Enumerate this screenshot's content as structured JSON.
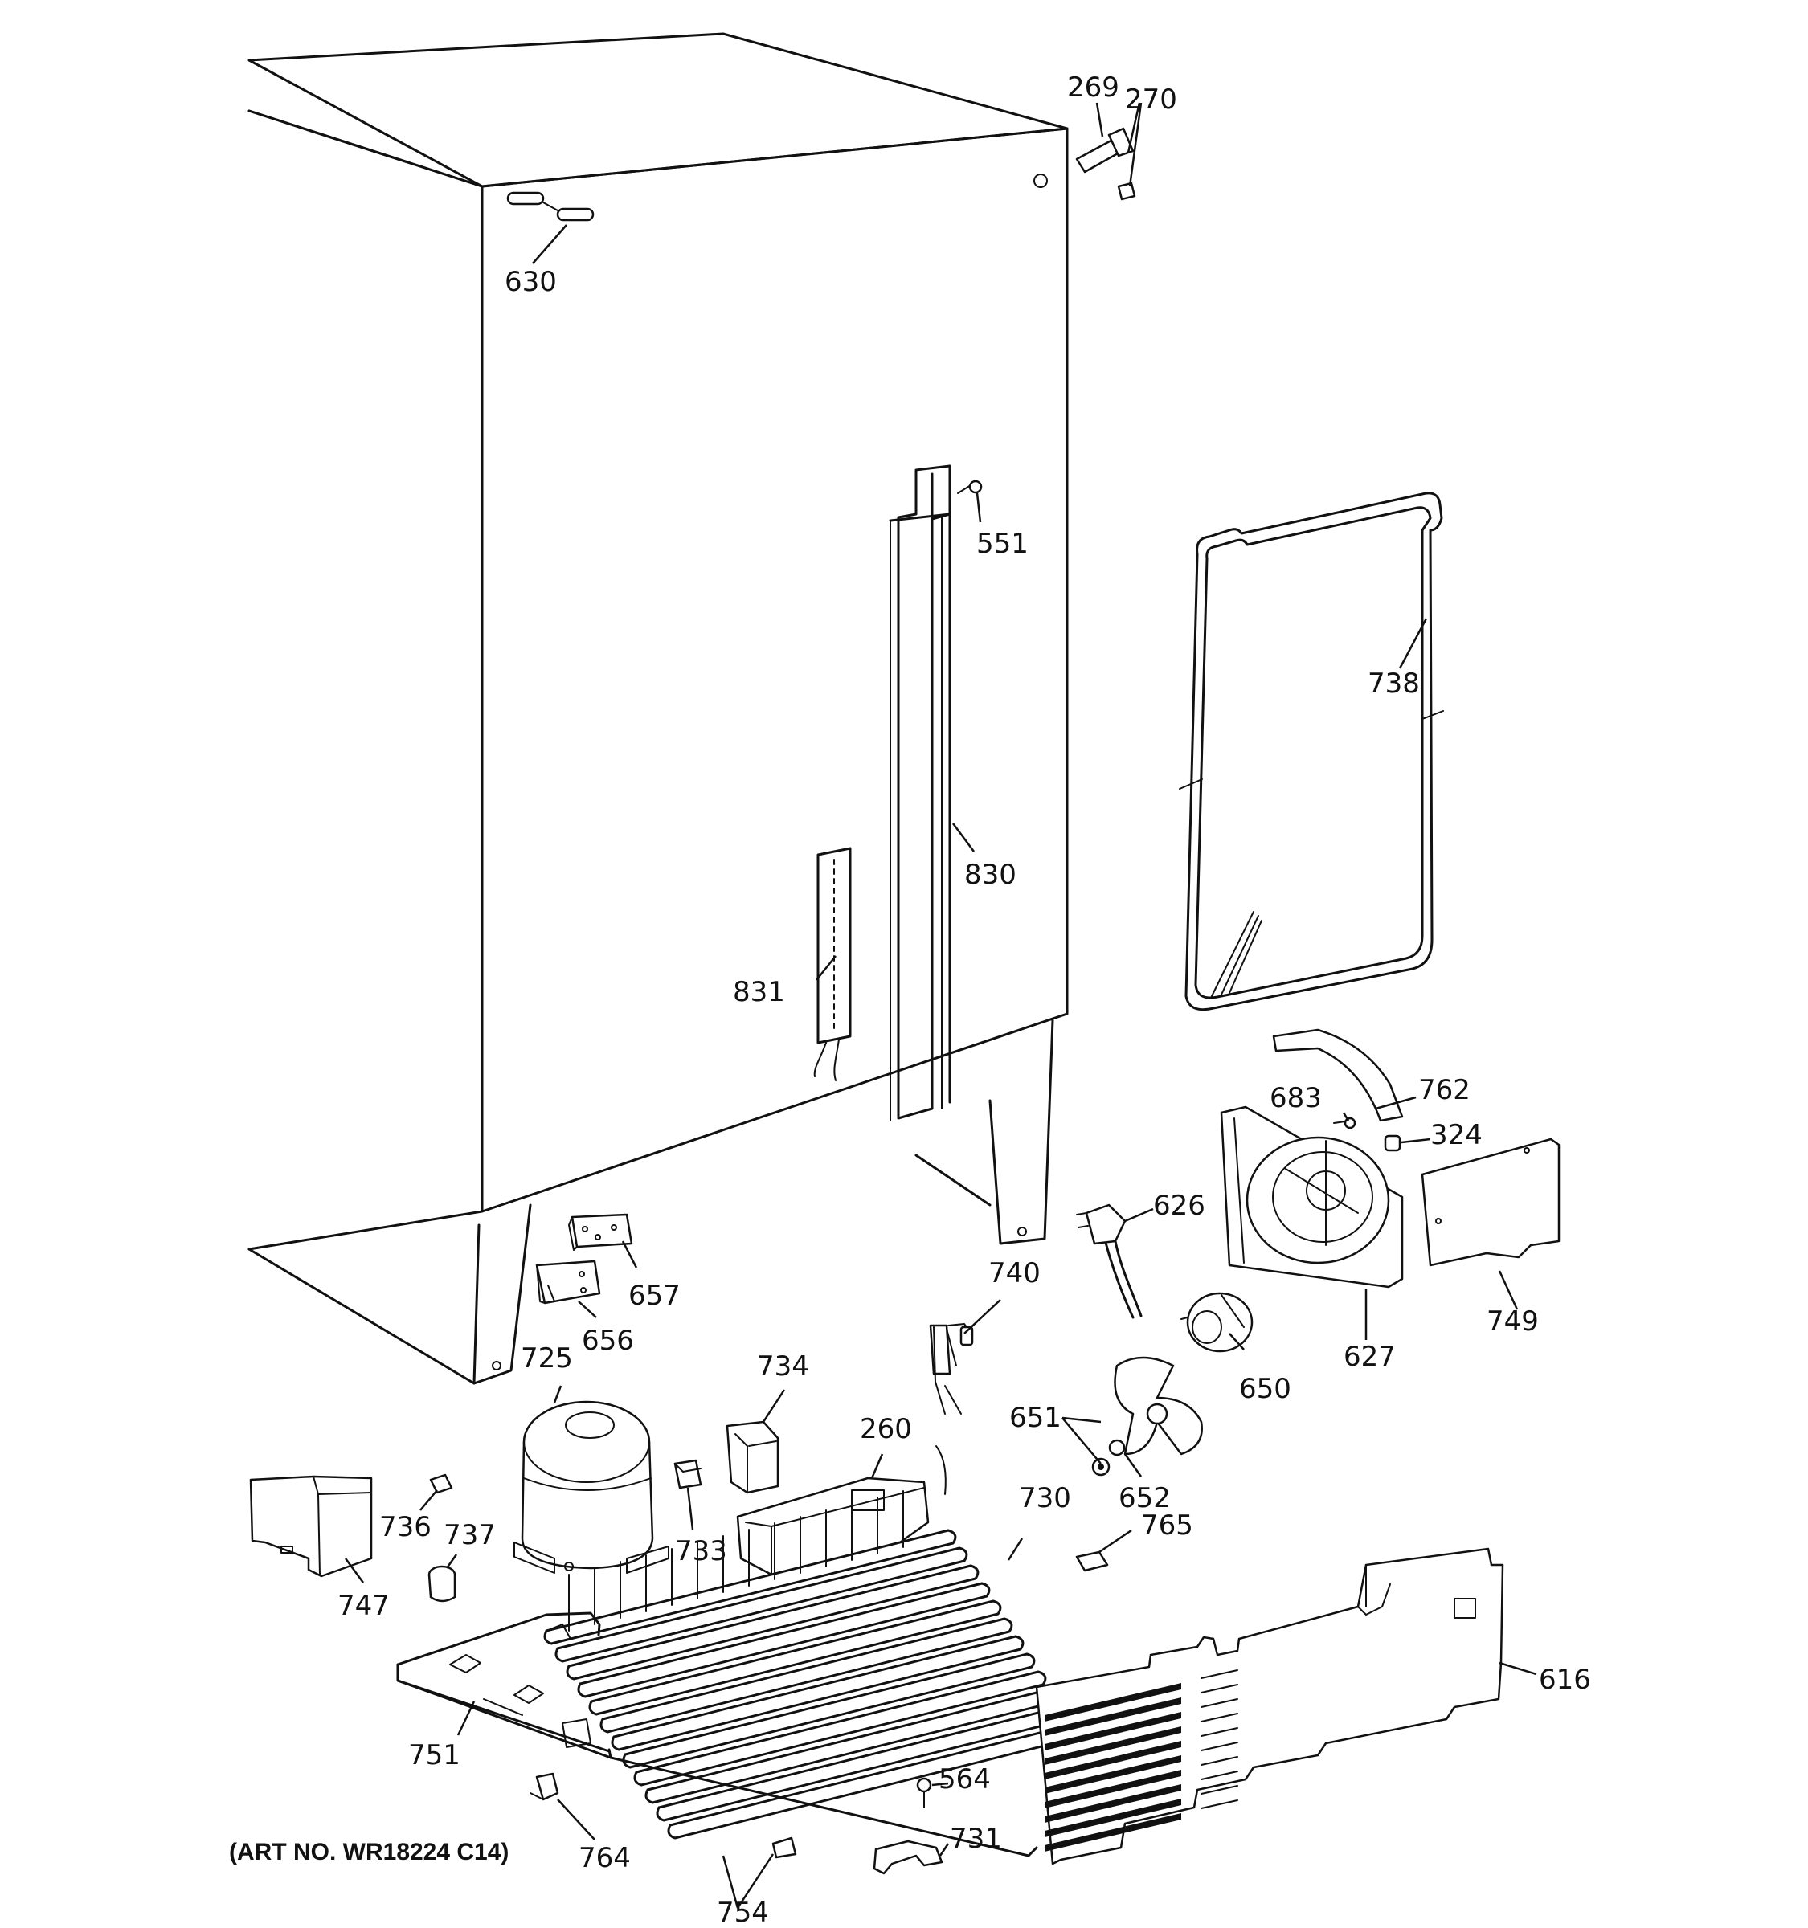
{
  "art_number": "(ART NO. WR18224 C14)",
  "callouts": [
    {
      "id": "c269",
      "text": "269"
    },
    {
      "id": "c270",
      "text": "270"
    },
    {
      "id": "c630",
      "text": "630"
    },
    {
      "id": "c551",
      "text": "551"
    },
    {
      "id": "c738",
      "text": "738"
    },
    {
      "id": "c830",
      "text": "830"
    },
    {
      "id": "c831",
      "text": "831"
    },
    {
      "id": "c762",
      "text": "762"
    },
    {
      "id": "c683",
      "text": "683"
    },
    {
      "id": "c324",
      "text": "324"
    },
    {
      "id": "c626",
      "text": "626"
    },
    {
      "id": "c657",
      "text": "657"
    },
    {
      "id": "c656",
      "text": "656"
    },
    {
      "id": "c740",
      "text": "740"
    },
    {
      "id": "c627",
      "text": "627"
    },
    {
      "id": "c749",
      "text": "749"
    },
    {
      "id": "c725",
      "text": "725"
    },
    {
      "id": "c734",
      "text": "734"
    },
    {
      "id": "c650",
      "text": "650"
    },
    {
      "id": "c651",
      "text": "651"
    },
    {
      "id": "c260",
      "text": "260"
    },
    {
      "id": "c652",
      "text": "652"
    },
    {
      "id": "c730",
      "text": "730"
    },
    {
      "id": "c736",
      "text": "736"
    },
    {
      "id": "c737",
      "text": "737"
    },
    {
      "id": "c733",
      "text": "733"
    },
    {
      "id": "c765",
      "text": "765"
    },
    {
      "id": "c747",
      "text": "747"
    },
    {
      "id": "c616",
      "text": "616"
    },
    {
      "id": "c751",
      "text": "751"
    },
    {
      "id": "c564",
      "text": "564"
    },
    {
      "id": "c764",
      "text": "764"
    },
    {
      "id": "c731",
      "text": "731"
    },
    {
      "id": "c754",
      "text": "754"
    }
  ]
}
